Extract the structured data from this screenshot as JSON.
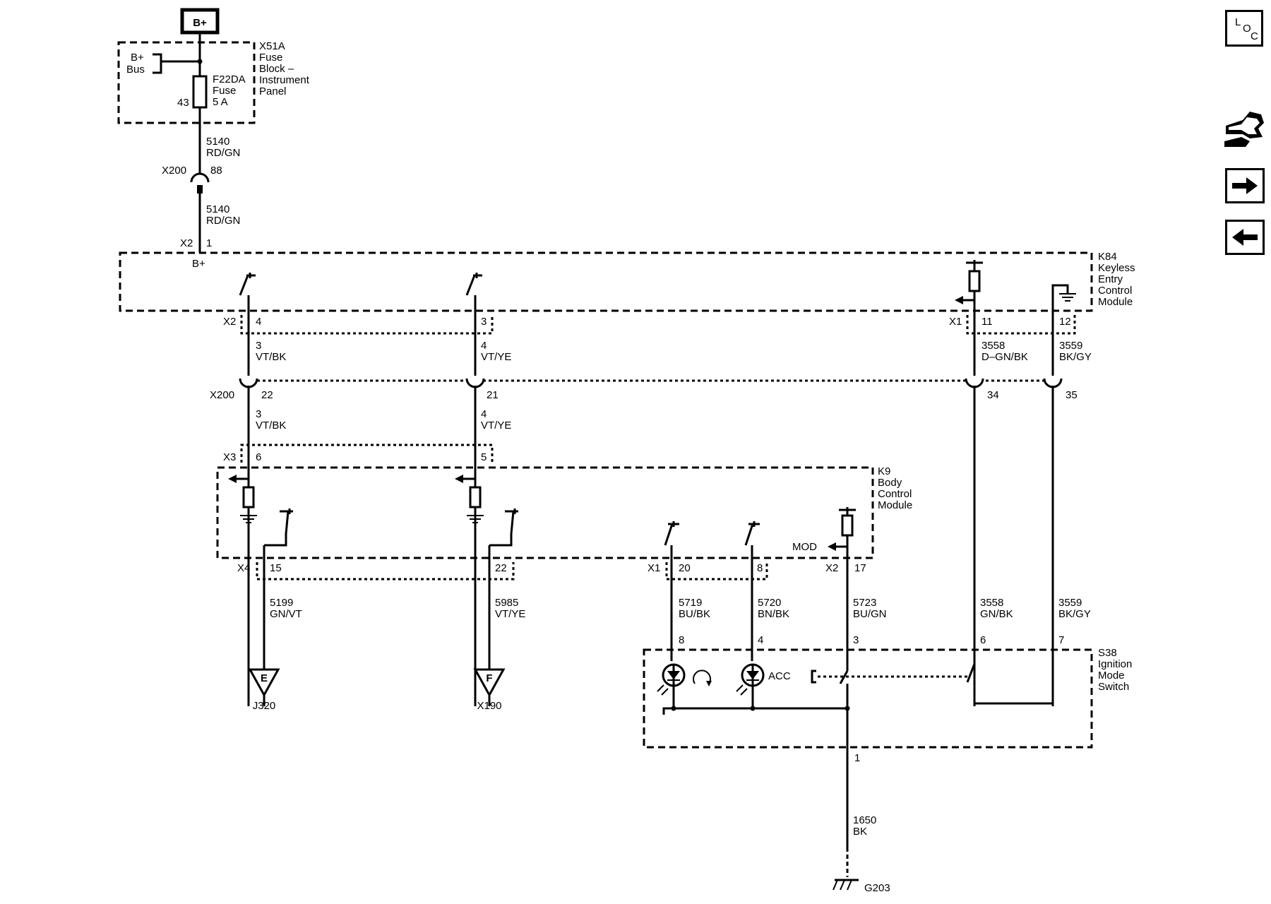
{
  "labels": {
    "bplus_top": "B+",
    "bplus_bus_1": "B+",
    "bplus_bus_2": "Bus",
    "x51a_1": "X51A",
    "x51a_2": "Fuse",
    "x51a_3": "Block –",
    "x51a_4": "Instrument",
    "x51a_5": "Panel",
    "fuse_1": "F22DA",
    "fuse_2": "Fuse",
    "fuse_3": "5 A",
    "pin43": "43",
    "w5140a_1": "5140",
    "w5140a_2": "RD/GN",
    "x200_top": "X200",
    "pin88": "88",
    "w5140b_1": "5140",
    "w5140b_2": "RD/GN",
    "x2_top": "X2",
    "pin1_top": "1",
    "bplus_k84": "B+",
    "k84_1": "K84",
    "k84_2": "Keyless",
    "k84_3": "Entry",
    "k84_4": "Control",
    "k84_5": "Module",
    "x2_mid": "X2",
    "pin4_x2": "4",
    "pin3_x2": "3",
    "x1_k84": "X1",
    "pin11": "11",
    "pin12": "12",
    "w3_vtbk_1": "3",
    "w3_vtbk_2": "VT/BK",
    "w4_vtye_1": "4",
    "w4_vtye_2": "VT/YE",
    "w3558_1": "3558",
    "w3558_2": "D–GN/BK",
    "w3559_1": "3559",
    "w3559_2": "BK/GY",
    "x200_mid": "X200",
    "pin22": "22",
    "pin21": "21",
    "pin34": "34",
    "pin35": "35",
    "w3_vtbk_b1": "3",
    "w3_vtbk_b2": "VT/BK",
    "w4_vtye_b1": "4",
    "w4_vtye_b2": "VT/YE",
    "x3": "X3",
    "pin6_x3": "6",
    "pin5_x3": "5",
    "k9_1": "K9",
    "k9_2": "Body",
    "k9_3": "Control",
    "k9_4": "Module",
    "mod": "MOD",
    "x4": "X4",
    "pin15": "15",
    "pin22_x4": "22",
    "x1_k9": "X1",
    "pin20": "20",
    "pin8_x1": "8",
    "x2_k9": "X2",
    "pin17": "17",
    "w5199_1": "5199",
    "w5199_2": "GN/VT",
    "w5985_1": "5985",
    "w5985_2": "VT/YE",
    "w5719_1": "5719",
    "w5719_2": "BU/BK",
    "w5720_1": "5720",
    "w5720_2": "BN/BK",
    "w5723_1": "5723",
    "w5723_2": "BU/GN",
    "w3558b_1": "3558",
    "w3558b_2": "GN/BK",
    "w3559b_1": "3559",
    "w3559b_2": "BK/GY",
    "s38_pin8": "8",
    "s38_pin4": "4",
    "s38_pin3": "3",
    "s38_pin6": "6",
    "s38_pin7": "7",
    "s38_1": "S38",
    "s38_2": "Ignition",
    "s38_3": "Mode",
    "s38_4": "Switch",
    "acc": "ACC",
    "conn_e": "E",
    "conn_f": "F",
    "j320": "J320",
    "x190": "X190",
    "pin1_bottom": "1",
    "w1650_1": "1650",
    "w1650_2": "BK",
    "g203": "G203"
  },
  "nav": {
    "loc_l": "L",
    "loc_o": "O",
    "loc_c": "C",
    "tool_icon": "component-connector-icon",
    "forward_icon": "arrow-right-icon",
    "back_icon": "arrow-left-icon"
  }
}
